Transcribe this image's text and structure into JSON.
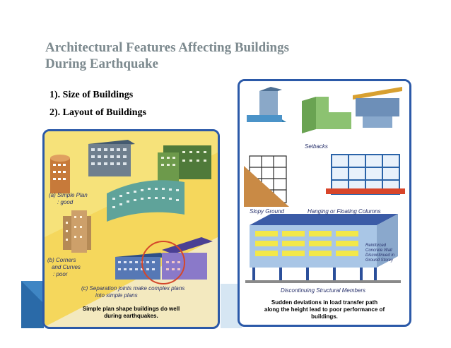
{
  "title": {
    "line1": "Architectural Features Affecting Buildings",
    "line2": "During Earthquake"
  },
  "bullets": [
    "1). Size of Buildings",
    "2). Layout of Buildings"
  ],
  "left_figure": {
    "label_a": "(a) Simple Plan",
    "label_a2": ": good",
    "label_b": "(b) Corners",
    "label_b2": "and Curves",
    "label_b3": ": poor",
    "label_c": "(c) Separation joints make complex plans",
    "label_c2": "into simple plans",
    "caption1": "Simple plan shape buildings do well",
    "caption2": "during earthquakes."
  },
  "right_figure": {
    "label_a": "Setbacks",
    "label_b": "Slopy Ground",
    "label_c": "Hanging or Floating Columns",
    "label_d": "Discontinuing Structural Members",
    "label_wall1": "Reinforced",
    "label_wall2": "Concrete Wall",
    "label_wall3": "Discontinued in",
    "label_wall4": "Ground Storey",
    "caption1": "Sudden deviations in load transfer path",
    "caption2": "along the height lead to poor performance of",
    "caption3": "buildings."
  },
  "colors": {
    "title": "#7d8a8f",
    "panel_border": "#2b59a8",
    "panel_bg": "#f7f2df",
    "slide_accent": "#3a7bbd"
  }
}
